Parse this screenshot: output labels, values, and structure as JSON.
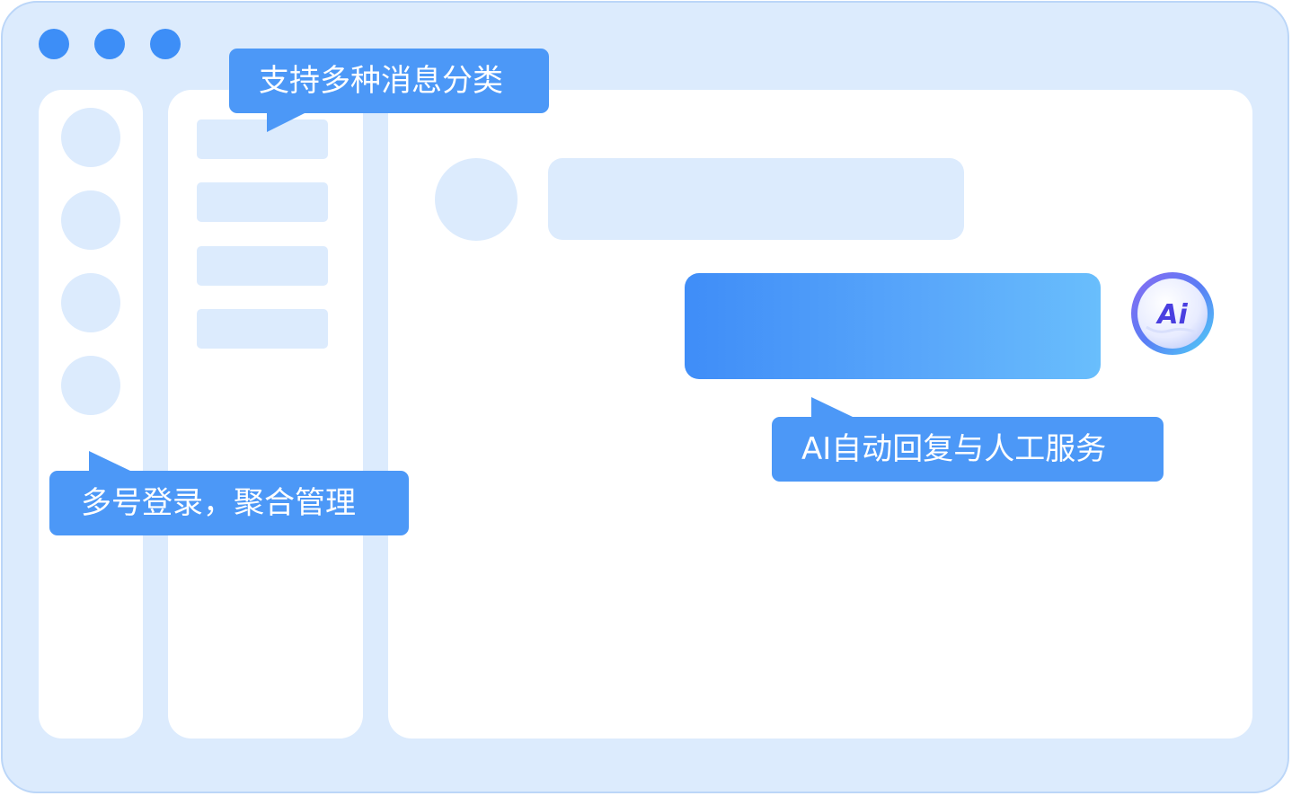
{
  "window": {
    "controls": [
      "dot",
      "dot",
      "dot"
    ]
  },
  "colors": {
    "accent": "#3D8EF7",
    "callout": "#4C98F7",
    "placeholder": "#DCEBFD",
    "background": "#DCEBFD"
  },
  "callouts": {
    "message_categories": "支持多种消息分类",
    "multi_account": "多号登录，聚合管理",
    "ai_service": "AI自动回复与人工服务"
  },
  "ai_badge": {
    "label": "Ai"
  }
}
